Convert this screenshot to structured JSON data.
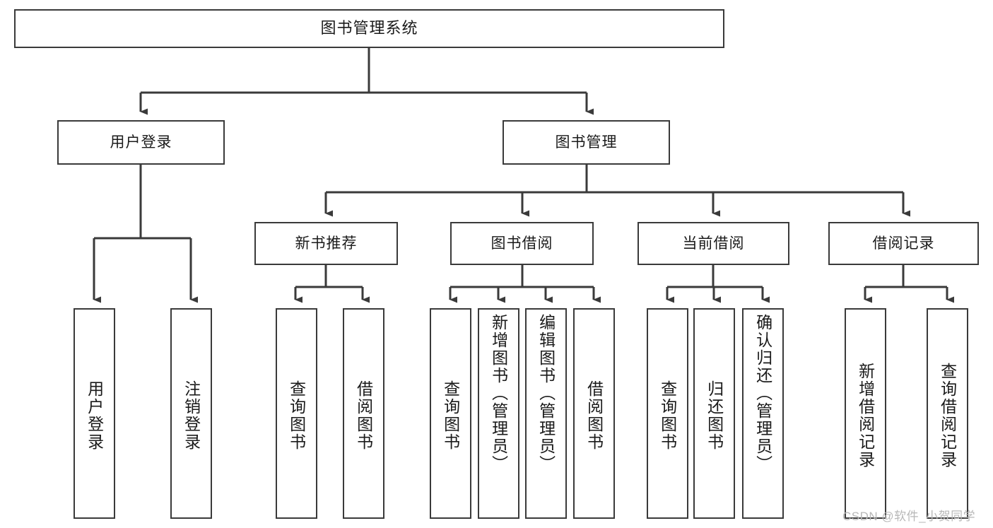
{
  "diagram": {
    "title": "图书管理系统",
    "type": "tree-hierarchy-chart",
    "watermark": "CSDN @软件_小贺同学",
    "colors": {
      "box_border": "#3a3a3a",
      "box_fill": "#ffffff",
      "edge": "#3a3a3a",
      "text": "#1a1a1a",
      "watermark": "#b8b8b8",
      "background": "#ffffff"
    },
    "nodes": {
      "root": {
        "label": "图书管理系统"
      },
      "level2": [
        {
          "id": "user-login",
          "label": "用户登录"
        },
        {
          "id": "book-manage",
          "label": "图书管理"
        }
      ],
      "level3": [
        {
          "id": "new-book-recommend",
          "label": "新书推荐"
        },
        {
          "id": "book-borrow",
          "label": "图书借阅"
        },
        {
          "id": "current-borrow",
          "label": "当前借阅"
        },
        {
          "id": "borrow-record",
          "label": "借阅记录"
        }
      ],
      "leaves": {
        "user-login": [
          {
            "id": "leaf-user-login",
            "label": "用户登录"
          },
          {
            "id": "leaf-logout-login",
            "label": "注销登录"
          }
        ],
        "new-book-recommend": [
          {
            "id": "leaf-query-book-1",
            "label": "查询图书"
          },
          {
            "id": "leaf-borrow-book-1",
            "label": "借阅图书"
          }
        ],
        "book-borrow": [
          {
            "id": "leaf-query-book-2",
            "label": "查询图书"
          },
          {
            "id": "leaf-add-book",
            "label": "新增图书（管理员）"
          },
          {
            "id": "leaf-edit-book",
            "label": "编辑图书（管理员）"
          },
          {
            "id": "leaf-borrow-book-2",
            "label": "借阅图书"
          }
        ],
        "current-borrow": [
          {
            "id": "leaf-query-book-3",
            "label": "查询图书"
          },
          {
            "id": "leaf-return-book",
            "label": "归还图书"
          },
          {
            "id": "leaf-confirm-return",
            "label": "确认归还（管理员）"
          }
        ],
        "borrow-record": [
          {
            "id": "leaf-add-record",
            "label": "新增借阅记录"
          },
          {
            "id": "leaf-query-record",
            "label": "查询借阅记录"
          }
        ]
      }
    }
  }
}
